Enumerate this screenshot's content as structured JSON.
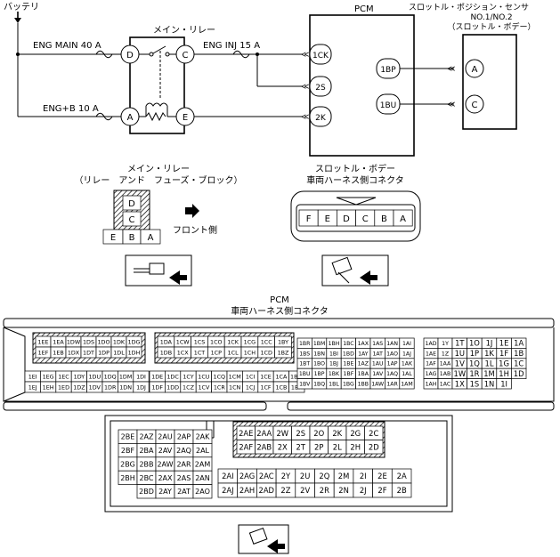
{
  "schematic": {
    "battery_label": "バッテリ",
    "relay_title": "メイン・リレー",
    "pcm_title": "PCM",
    "sensor_title": [
      "スロットル・ポジション・センサ",
      "NO.1/NO.2",
      "（スロットル・ボデー）"
    ],
    "fuse_main": "ENG MAIN 40 A",
    "fuse_b": "ENG+B 10 A",
    "fuse_inj": "ENG INJ 15 A",
    "relay_pins": [
      "D",
      "C",
      "A",
      "E"
    ],
    "pcm_left_pins": [
      "1CK",
      "2S",
      "2K"
    ],
    "pcm_right_pins": [
      "1BP",
      "1BU"
    ],
    "sensor_pins": [
      "A",
      "C"
    ]
  },
  "relay_block": {
    "title": [
      "メイン・リレー",
      "（リレー　アンド　フューズ・ブロック）"
    ],
    "pins_top": [
      "D",
      "C"
    ],
    "pins_bottom": [
      "E",
      "B",
      "A"
    ],
    "front_label": "フロント側"
  },
  "throttle_connector": {
    "title": [
      "スロットル・ボデー",
      "車両ハーネス側コネクタ"
    ],
    "pins": [
      "F",
      "E",
      "D",
      "C",
      "B",
      "A"
    ]
  },
  "pcm_connector": {
    "title": [
      "PCM",
      "車両ハーネス側コネクタ"
    ],
    "block1": [
      [
        "1EE",
        "1EA",
        "1DW",
        "1DS",
        "1DO",
        "1DK",
        "1DG"
      ],
      [
        "1EF",
        "1EB",
        "1DX",
        "1DT",
        "1DP",
        "1DL",
        "1DH"
      ],
      [
        "1EI",
        "1EG",
        "1EC",
        "1DY",
        "1DU",
        "1DQ",
        "1DM",
        "1DI"
      ],
      [
        "1EJ",
        "1EH",
        "1ED",
        "1DZ",
        "1DV",
        "1DR",
        "1DN",
        "1DJ"
      ]
    ],
    "block2": [
      [
        "1DA",
        "1CW",
        "1CS",
        "1CO",
        "1CK",
        "1CG",
        "1CC",
        "1BY"
      ],
      [
        "1DB",
        "1CX",
        "1CT",
        "1CP",
        "1CL",
        "1CH",
        "1CD",
        "1BZ"
      ],
      [
        "1DE",
        "1DC",
        "1CY",
        "1CU",
        "1CQ",
        "1CM",
        "1CI",
        "1CE",
        "1CA",
        "1BW"
      ],
      [
        "1DF",
        "1DD",
        "1CZ",
        "1CV",
        "1CR",
        "1CN",
        "1CJ",
        "1CF",
        "1CB",
        "1BX"
      ]
    ],
    "block3": [
      [
        "1BR",
        "1BM",
        "1BH",
        "1BC",
        "1AX",
        "1AS",
        "1AN",
        "1AI"
      ],
      [
        "1BS",
        "1BN",
        "1BI",
        "1BD",
        "1AY",
        "1AT",
        "1AO",
        "1AJ"
      ],
      [
        "1BT",
        "1BO",
        "1BJ",
        "1BE",
        "1AZ",
        "1AU",
        "1AP",
        "1AK"
      ],
      [
        "1BU",
        "1BP",
        "1BK",
        "1BF",
        "1BA",
        "1AV",
        "1AQ",
        "1AL"
      ],
      [
        "1BV",
        "1BQ",
        "1BL",
        "1BG",
        "1BB",
        "1AW",
        "1AR",
        "1AM"
      ]
    ],
    "block4": [
      [
        "1AD",
        "1Y",
        "1T",
        "1O",
        "1J",
        "1E",
        "1A"
      ],
      [
        "1AE",
        "1Z",
        "1U",
        "1P",
        "1K",
        "1F",
        "1B"
      ],
      [
        "1AF",
        "1AA",
        "1V",
        "1Q",
        "1L",
        "1G",
        "1C"
      ],
      [
        "1AG",
        "1AB",
        "1W",
        "1R",
        "1M",
        "1H",
        "1D"
      ],
      [
        "1AH",
        "1AC",
        "1X",
        "1S",
        "1N",
        "1I"
      ]
    ],
    "block5": [
      [
        "2BE",
        "2AZ",
        "2AU",
        "2AP",
        "2AK"
      ],
      [
        "2BF",
        "2BA",
        "2AV",
        "2AQ",
        "2AL"
      ],
      [
        "2BG",
        "2BB",
        "2AW",
        "2AR",
        "2AM"
      ],
      [
        "2BH",
        "2BC",
        "2AX",
        "2AS",
        "2AN"
      ],
      [
        "",
        "2BD",
        "2AY",
        "2AT",
        "2AO"
      ]
    ],
    "block6": [
      [
        "2AE",
        "2AA",
        "2W",
        "2S",
        "2O",
        "2K",
        "2G",
        "2C"
      ],
      [
        "2AF",
        "2AB",
        "2X",
        "2T",
        "2P",
        "2L",
        "2H",
        "2D"
      ]
    ],
    "block7": [
      [
        "2AI",
        "2AG",
        "2AC",
        "2Y",
        "2U",
        "2Q",
        "2M",
        "2I",
        "2E",
        "2A"
      ],
      [
        "2AJ",
        "2AH",
        "2AD",
        "2Z",
        "2V",
        "2R",
        "2N",
        "2J",
        "2F",
        "2B"
      ]
    ]
  }
}
